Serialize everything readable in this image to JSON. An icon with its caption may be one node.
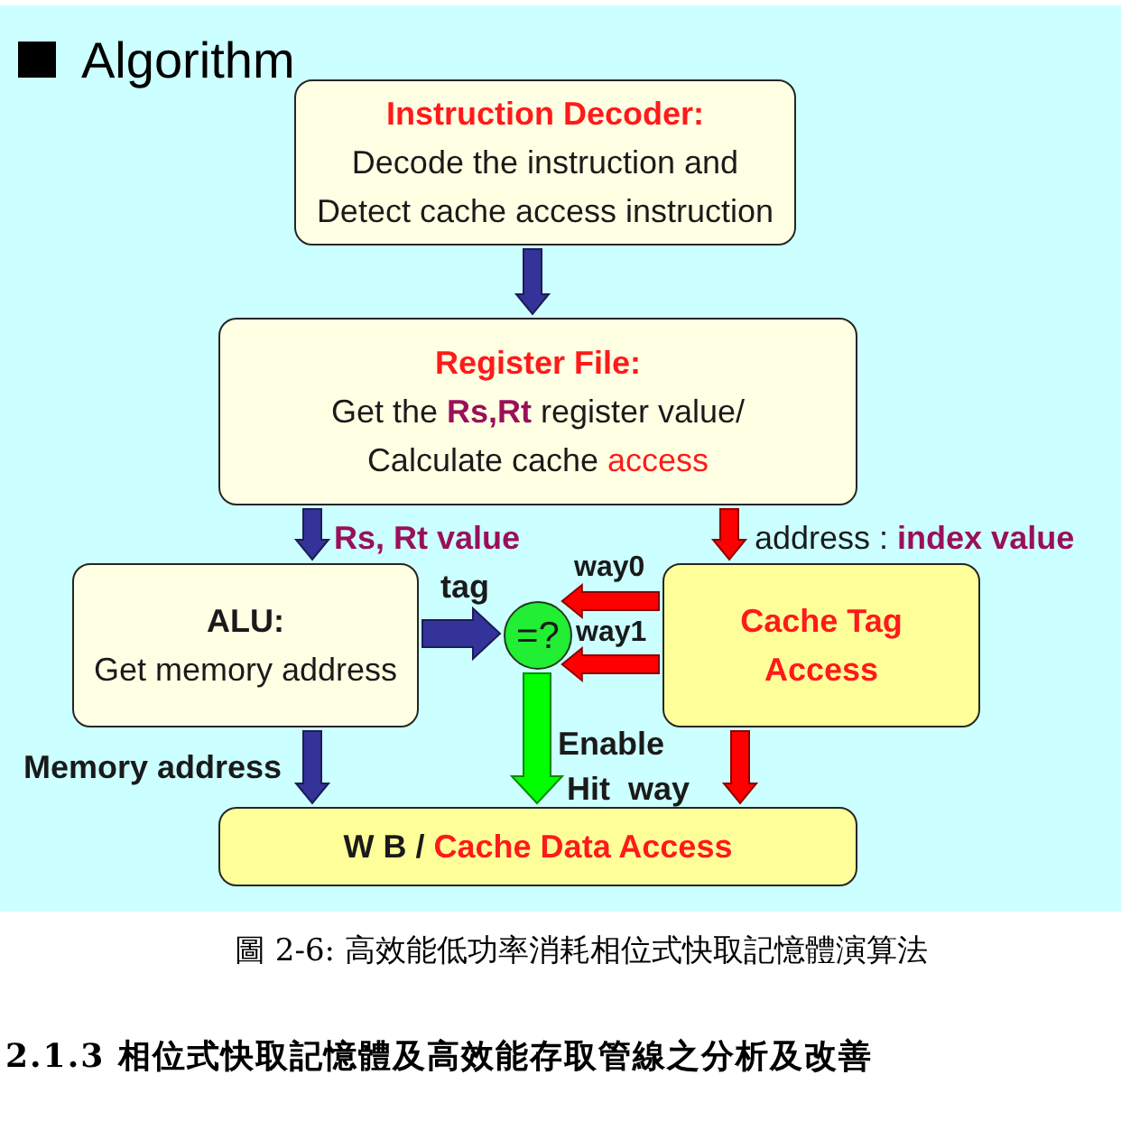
{
  "diagram": {
    "title": "Algorithm",
    "caption": "圖 2-6: 高效能低功率消耗相位式快取記憶體演算法",
    "nodes": [
      {
        "text": [
          "Instruction Decoder:",
          "Decode the instruction and Detect cache access instruction"
        ]
      },
      {
        "text": [
          "Register File:",
          "Get the **Rs,Rt** register value/ Calculate cache",
          "access"
        ]
      },
      {
        "text": [
          "ALU:",
          "Get memory address"
        ]
      },
      {
        "text": [
          "=?"
        ]
      },
      {
        "text": [
          "Cache Tag Access"
        ]
      },
      {
        "text": [
          "W B /",
          "Cache Data Access"
        ]
      }
    ],
    "edges": [
      {
        "from": 0,
        "to": 1,
        "arrow": "to"
      },
      {
        "from": 1,
        "to": 2,
        "arrow": "to",
        "label": "Rs, Rt value"
      },
      {
        "from": 1,
        "to": 4,
        "arrow": "to",
        "label": "address : **index value**",
        "color": "#ff0000"
      },
      {
        "from": 2,
        "to": 3,
        "arrow": "to",
        "label": "tag",
        "style": "thick"
      },
      {
        "from": 4,
        "to": 3,
        "arrow": "to",
        "label": "way0",
        "color": "#ff0000"
      },
      {
        "from": 4,
        "to": 3,
        "arrow": "to",
        "label": "way1",
        "color": "#ff0000"
      },
      {
        "from": 3,
        "to": 5,
        "arrow": "to",
        "label": "Enable",
        "style": "thick",
        "color": "#00ff00"
      },
      {
        "from": 2,
        "to": 5,
        "arrow": "to",
        "label": "Memory address"
      },
      {
        "from": 4,
        "to": 5,
        "arrow": "to",
        "color": "#ff0000"
      }
    ],
    "labels": [
      "Hit",
      "way",
      "2.1.3 相位式快取記憶體及高效能存取管線之分析及改善"
    ]
  }
}
